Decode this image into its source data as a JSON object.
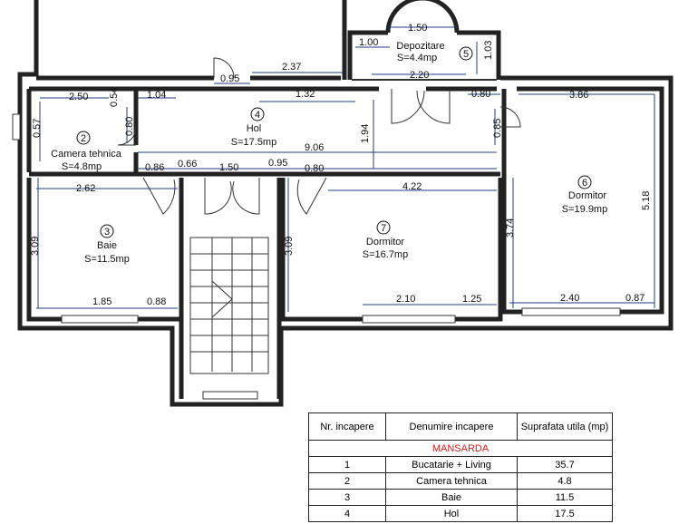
{
  "rooms": [
    {
      "id": "hol",
      "number": "4",
      "name": "Hol",
      "area": "S=17.5mp"
    },
    {
      "id": "depozitare",
      "number": "5",
      "name": "Depozitare",
      "area": "S=4.4mp"
    },
    {
      "id": "camera",
      "number": "2",
      "name": "Camera tehnica",
      "area": "S=4.8mp"
    },
    {
      "id": "baie",
      "number": "3",
      "name": "Baie",
      "area": "S=11.5mp"
    },
    {
      "id": "dormitor7",
      "number": "7",
      "name": "Dormitor",
      "area": "S=16.7mp"
    },
    {
      "id": "dormitor6",
      "number": "6",
      "name": "Dormitor",
      "area": "S=19.9mp"
    }
  ],
  "dimensions": {
    "d150_top": "1.50",
    "d100": "1.00",
    "d103": "1.03",
    "d095_door": "0.95",
    "d237": "2.37",
    "d220": "2.20",
    "d250": "2.50",
    "d054": "0.54",
    "d104": "1.04",
    "d132": "1.32",
    "d080_dep": "0.80",
    "d386": "3.86",
    "d057": "0.57",
    "d080_cam": "0.80",
    "d194": "1.94",
    "d085": "0.85",
    "d906": "9.06",
    "d086": "0.86",
    "d066": "0.66",
    "d150_mid": "1.50",
    "d095_mid": "0.95",
    "d080_mid": "0.80",
    "d262": "2.62",
    "d422": "4.22",
    "d518": "5.18",
    "d374": "3.74",
    "d309_baie": "3.09",
    "d309_dorm": "3.09",
    "d185": "1.85",
    "d088": "0.88",
    "d210": "2.10",
    "d125": "1.25",
    "d240": "2.40",
    "d087": "0.87"
  },
  "table": {
    "headers": [
      "Nr. incapere",
      "Denumire incapere",
      "Suprafata utila (mp)"
    ],
    "section": "MANSARDA",
    "rows": [
      {
        "nr": "1",
        "name": "Bucatarie + Living",
        "area": "35.7"
      },
      {
        "nr": "2",
        "name": "Camera tehnica",
        "area": "4.8"
      },
      {
        "nr": "3",
        "name": "Baie",
        "area": "11.5"
      },
      {
        "nr": "4",
        "name": "Hol",
        "area": "17.5"
      }
    ]
  }
}
